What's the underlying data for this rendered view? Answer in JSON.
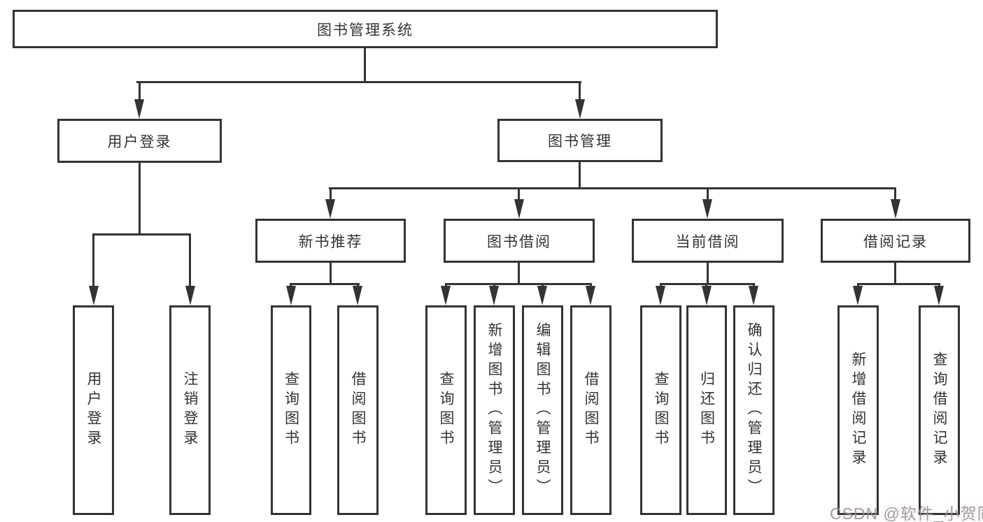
{
  "diagram_title": "图书管理系统",
  "tree": {
    "label": "图书管理系统",
    "children": [
      {
        "label": "用户登录",
        "children": [
          {
            "label": "用户登录"
          },
          {
            "label": "注销登录"
          }
        ]
      },
      {
        "label": "图书管理",
        "children": [
          {
            "label": "新书推荐",
            "children": [
              {
                "label": "查询图书"
              },
              {
                "label": "借阅图书"
              }
            ]
          },
          {
            "label": "图书借阅",
            "children": [
              {
                "label": "查询图书"
              },
              {
                "label": "新增图书（管理员）"
              },
              {
                "label": "编辑图书（管理员）"
              },
              {
                "label": "借阅图书"
              }
            ]
          },
          {
            "label": "当前借阅",
            "children": [
              {
                "label": "查询图书"
              },
              {
                "label": "归还图书"
              },
              {
                "label": "确认归还（管理员）"
              }
            ]
          },
          {
            "label": "借阅记录",
            "children": [
              {
                "label": "新增借阅记录"
              },
              {
                "label": "查询借阅记录"
              }
            ]
          }
        ]
      }
    ]
  },
  "watermark": "CSDN @软件_小贺同学",
  "colors": {
    "line": "#333333",
    "text": "#333333",
    "box_background": "#ffffff",
    "watermark": "#969696",
    "background": "#ffffff"
  }
}
